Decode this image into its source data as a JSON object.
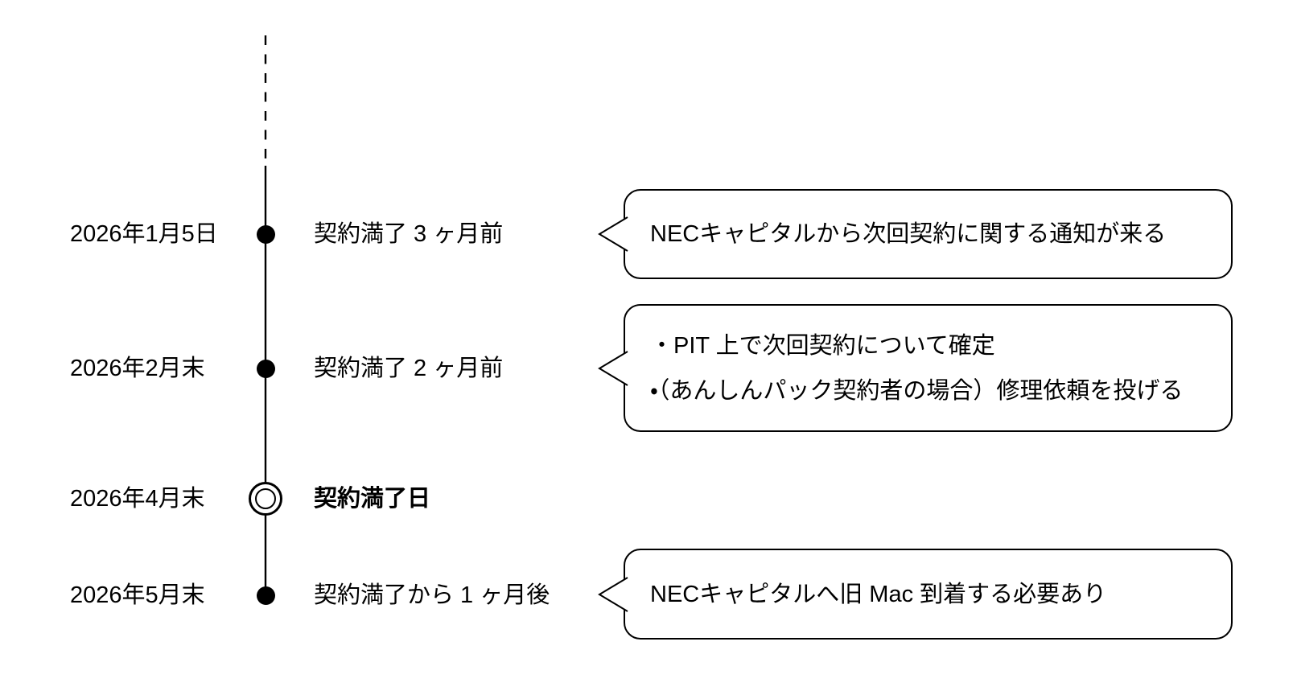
{
  "colors": {
    "background": "#ffffff",
    "line": "#000000",
    "text": "#000000"
  },
  "timeline": {
    "rows": [
      {
        "date": "2026年1月5日",
        "label": "契約満了 3 ヶ月前",
        "marker": "filled-dot",
        "bubble": {
          "lines": [
            "NECキャピタルから次回契約に関する通知が来る"
          ]
        }
      },
      {
        "date": "2026年2月末",
        "label": "契約満了 2 ヶ月前",
        "marker": "filled-dot",
        "bubble": {
          "lines": [
            "・PIT 上で次回契約について確定",
            "・（あんしんパック契約者の場合）修理依頼を投げる"
          ]
        }
      },
      {
        "date": "2026年4月末",
        "label": "契約満了日",
        "marker": "double-circle",
        "bubble": null
      },
      {
        "date": "2026年5月末",
        "label": "契約満了から 1 ヶ月後",
        "marker": "filled-dot",
        "bubble": {
          "lines": [
            "NECキャピタルへ旧 Mac 到着する必要あり"
          ]
        }
      }
    ]
  }
}
